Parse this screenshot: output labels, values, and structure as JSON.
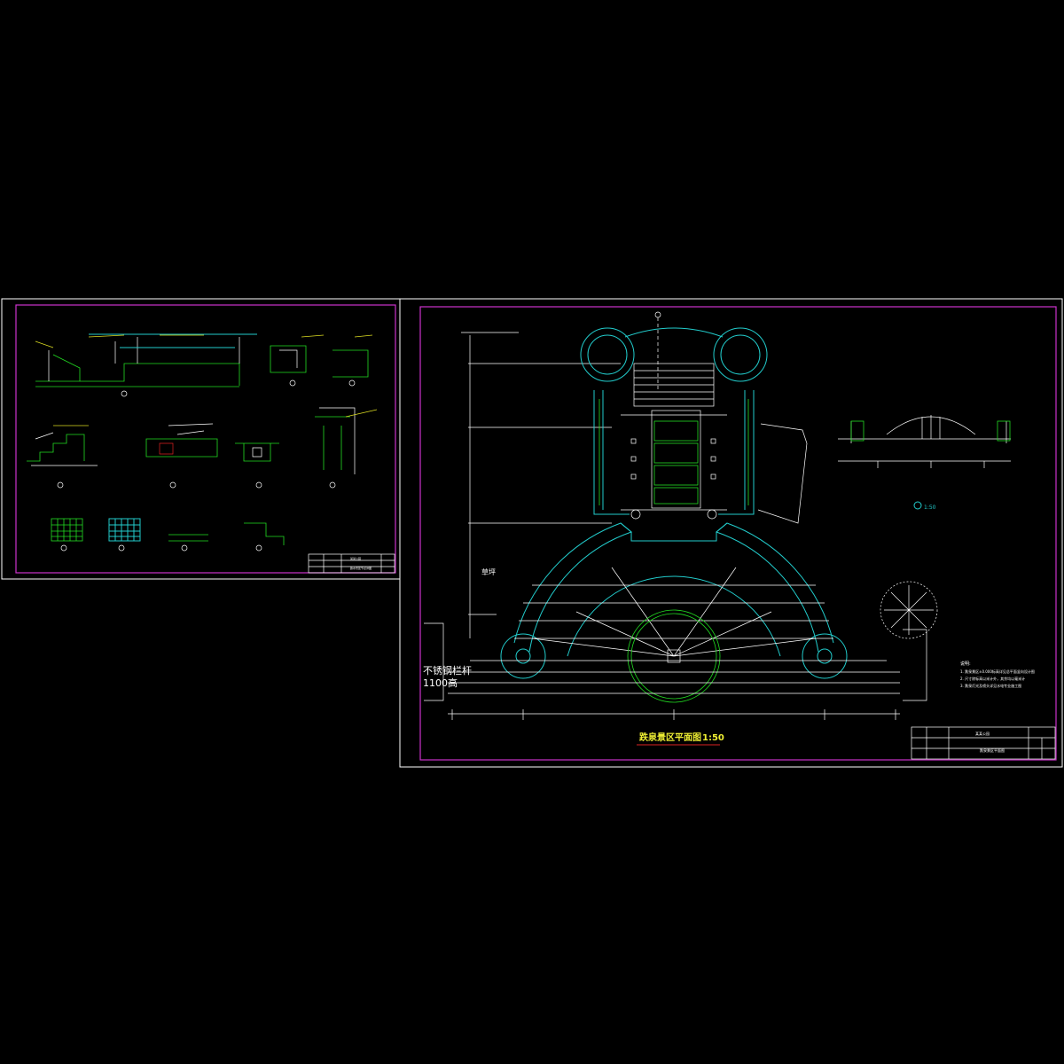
{
  "left_sheet": {
    "title_block": {
      "project": "某某公园",
      "drawing_name": "跌水景区节点详图"
    }
  },
  "right_sheet": {
    "plan_title": "跌泉景区平面图",
    "plan_scale": "1:50",
    "railing_label_line1": "不锈钢栏杆",
    "railing_label_line2": "1100高",
    "lawn_label": "草坪",
    "section_scale": "1:50",
    "notes_heading": "说明:",
    "notes": [
      "1. 跌泉景区±0.000标高详见总平面竖向设计图",
      "2. 尺寸除标高以米计外，其余均以毫米计",
      "3. 跌泉灯光及喷头详见水电专业施工图"
    ],
    "title_block": {
      "project": "某某公园",
      "drawing_name": "跌泉景区平面图"
    }
  },
  "colors": {
    "background": "#000000",
    "frame": "#ffffff",
    "inner_frame": "#cc33cc",
    "linework": "#22dd22",
    "outline": "#22cccc",
    "title": "#eeee33"
  }
}
